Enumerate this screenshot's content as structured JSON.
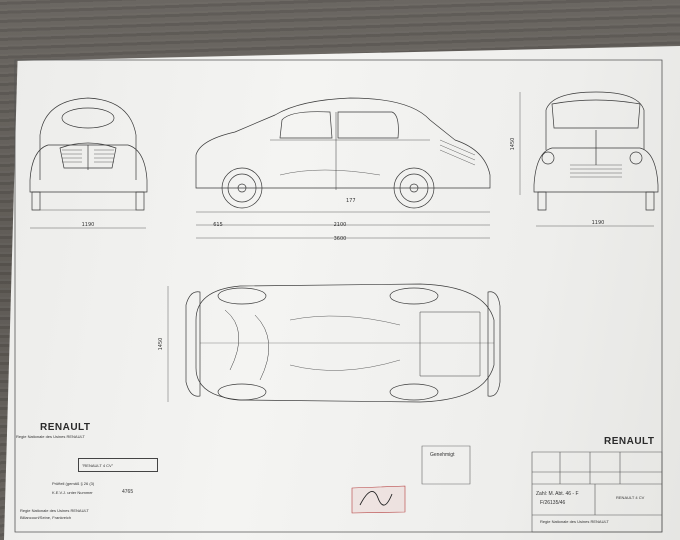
{
  "brand_left": "RENAULT",
  "brand_right": "RENAULT",
  "left_block": {
    "regie_line": "Regie Nationale des Usines RENAULT",
    "name_field": "\"RENAULT 4 CV\"",
    "pruefteil_line": "Prüfteil (gemäß § 26 (3)",
    "kev_label": "K.E.V.J. unter Nummer",
    "kev_number": "4765",
    "footer1": "Regie Nationale des Usines RENAULT",
    "footer2": "Billancourt/Seine, Frankreich"
  },
  "stamp": {
    "title": "Genehmigt"
  },
  "title_block": {
    "zahl_line": "Zahl: M. Abt. 46 - F",
    "ref_line": "F/26135/46",
    "model": "RENAULT 4 CV",
    "footer": "Regie Nationale des Usines RENAULT"
  },
  "dimensions": {
    "front_width": "1190",
    "rear_width": "1190",
    "height": "1450",
    "front_overhang": "615",
    "wheelbase": "2100",
    "overall_length": "3600",
    "clearance": "177",
    "plan_width": "1450"
  }
}
